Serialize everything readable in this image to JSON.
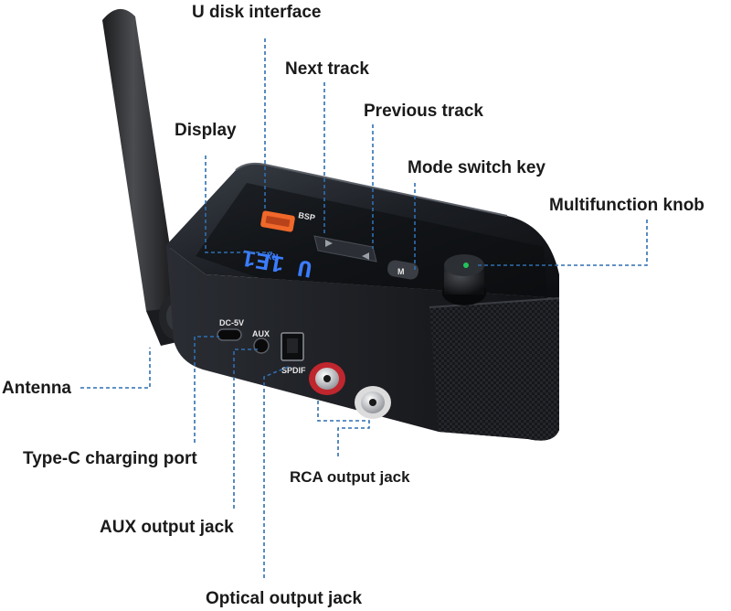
{
  "callouts": {
    "u_disk_interface": "U disk interface",
    "next_track": "Next track",
    "previous_track": "Previous track",
    "display": "Display",
    "mode_switch_key": "Mode switch key",
    "multifunction_knob": "Multifunction knob",
    "antenna": "Antenna",
    "type_c_charging_port": "Type-C charging port",
    "rca_output_jack": "RCA output jack",
    "aux_output_jack": "AUX output jack",
    "optical_output_jack": "Optical output jack"
  },
  "device_markings": {
    "usb_port": "BSP",
    "display_left": "RX",
    "display_digits": "U  1E1",
    "mode_key": "M",
    "dc_port": "DC-5V",
    "aux_port": "AUX",
    "spdif_port": "SPDIF"
  },
  "colors": {
    "leader_lines": "#2f6fb0",
    "usb_port": "#f0682a",
    "display_digits": "#3b7cff",
    "rca_red": "#c0262d",
    "knob_led": "#22c35b"
  }
}
